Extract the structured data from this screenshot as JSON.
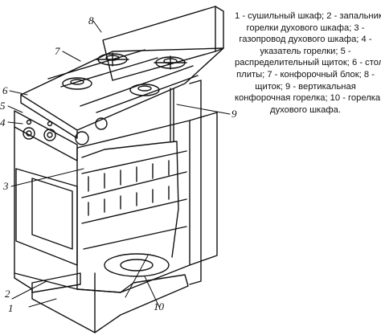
{
  "diagram": {
    "callouts": [
      {
        "id": "1",
        "label": "1"
      },
      {
        "id": "2",
        "label": "2"
      },
      {
        "id": "3",
        "label": "3"
      },
      {
        "id": "4",
        "label": "4"
      },
      {
        "id": "5",
        "label": "5"
      },
      {
        "id": "6",
        "label": "6"
      },
      {
        "id": "7",
        "label": "7"
      },
      {
        "id": "8",
        "label": "8"
      },
      {
        "id": "9",
        "label": "9"
      },
      {
        "id": "10",
        "label": "10"
      }
    ]
  },
  "legend": {
    "lines": [
      "1 - сушильный шкаф; 2 - запальник",
      "горелки духового шкафа; 3 -",
      "газопровод духового шкафа; 4 -",
      "указатель горелки; 5 -",
      "распределительный щиток; 6 - стол",
      "плиты; 7 - конфорочный блок; 8 -",
      "щиток; 9 - вертикальная",
      "конфорочная горелка; 10 - горелка",
      "духового шкафа."
    ]
  }
}
